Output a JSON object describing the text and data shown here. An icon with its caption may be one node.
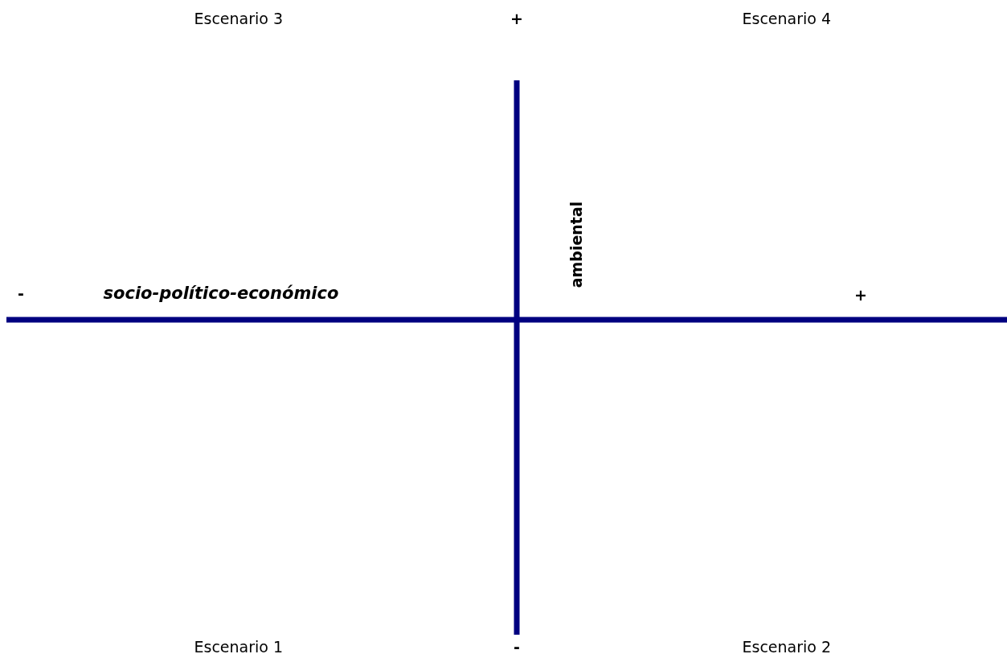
{
  "diagram": {
    "labels": [
      "Escenario 3",
      "+",
      "Escenario 4",
      "ambiental",
      "-",
      "socio-político-económico",
      "+",
      "Escenario 1",
      "-",
      "Escenario 2"
    ]
  }
}
